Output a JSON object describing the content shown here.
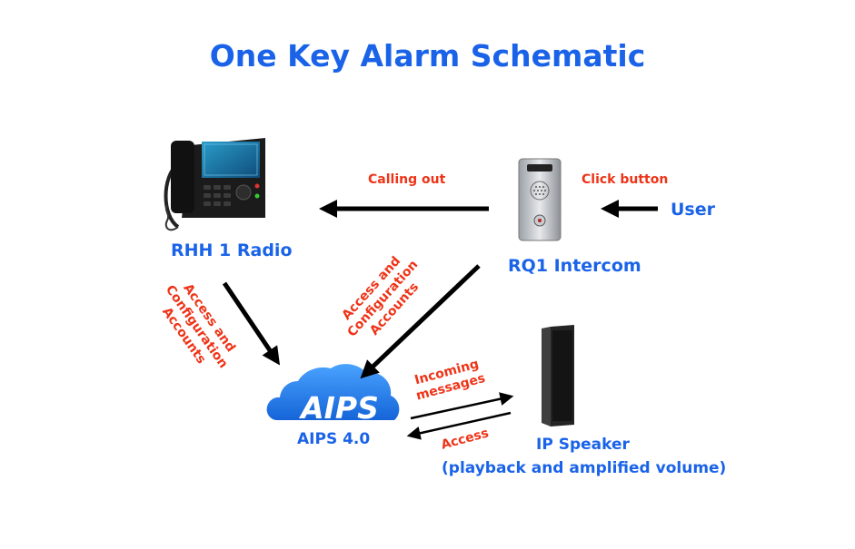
{
  "title": "One Key Alarm Schematic",
  "nodes": {
    "radio": {
      "label": "RHH 1 Radio"
    },
    "intercom": {
      "label": "RQ1 Intercom"
    },
    "user": {
      "label": "User"
    },
    "aips": {
      "label": "AIPS 4.0",
      "logo_text": "AIPS"
    },
    "speaker": {
      "label_line1": "IP Speaker",
      "label_line2": "(playback and amplified volume)"
    }
  },
  "edges": {
    "click_button": "Click button",
    "calling_out": "Calling out",
    "access_config_left": [
      "Access and",
      "Configuration",
      "Accounts"
    ],
    "access_config_right": [
      "Access and",
      "Configuration",
      "Accounts"
    ],
    "incoming_messages": [
      "Incoming",
      "messages"
    ],
    "access": "Access"
  },
  "colors": {
    "title": "#1a63e8",
    "edge_label": "#ee3418",
    "arrow": "#000000"
  }
}
